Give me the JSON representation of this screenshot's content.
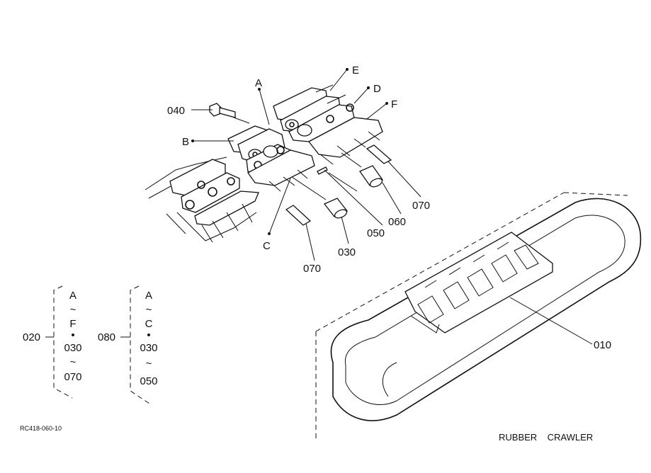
{
  "callouts": {
    "A": "A",
    "B": "B",
    "C": "C",
    "D": "D",
    "E": "E",
    "F": "F",
    "p010": "010",
    "p030": "030",
    "p040": "040",
    "p050": "050",
    "p060": "060",
    "p070_right": "070",
    "p070_bottom": "070"
  },
  "groups": {
    "g020": {
      "label": "020",
      "items": [
        "A",
        "~",
        "F",
        "•",
        "030",
        "~",
        "070"
      ]
    },
    "g080": {
      "label": "080",
      "items": [
        "A",
        "~",
        "C",
        "•",
        "030",
        "~",
        "050"
      ]
    }
  },
  "figure_code": "RC418-060-10",
  "caption": "RUBBER    CRAWLER"
}
